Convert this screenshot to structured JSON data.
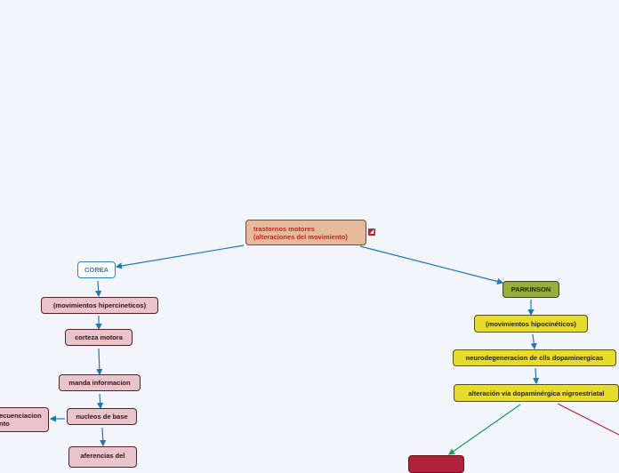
{
  "root": {
    "line1": "trastornos motores",
    "line2": "(alteraciones del movimiento)"
  },
  "badge_icon": "shape-icon",
  "left_branch": {
    "corea": "COREA",
    "hipercineticos": "(movimientos hipercineticos)",
    "corteza": "corteza motora",
    "manda": "manda informacion",
    "nucleos": "nucleos de base",
    "secuenciacion_line1": "ecuenciacion",
    "secuenciacion_line2": "nto",
    "aferencias_line1": "aferencias del"
  },
  "right_branch": {
    "parkinson": "PARKINSON",
    "hipocineticos": "(movimientos hipocinéticos)",
    "neurodegeneracion": "neurodegeneracion de clls dopaminergicas",
    "alteracion": "alteración vía dopaminérgica nigroestriatal",
    "cut_node": ""
  },
  "colors": {
    "link_blue": "#1f78b4",
    "link_green": "#1a9a5c",
    "link_red": "#c0243c"
  }
}
